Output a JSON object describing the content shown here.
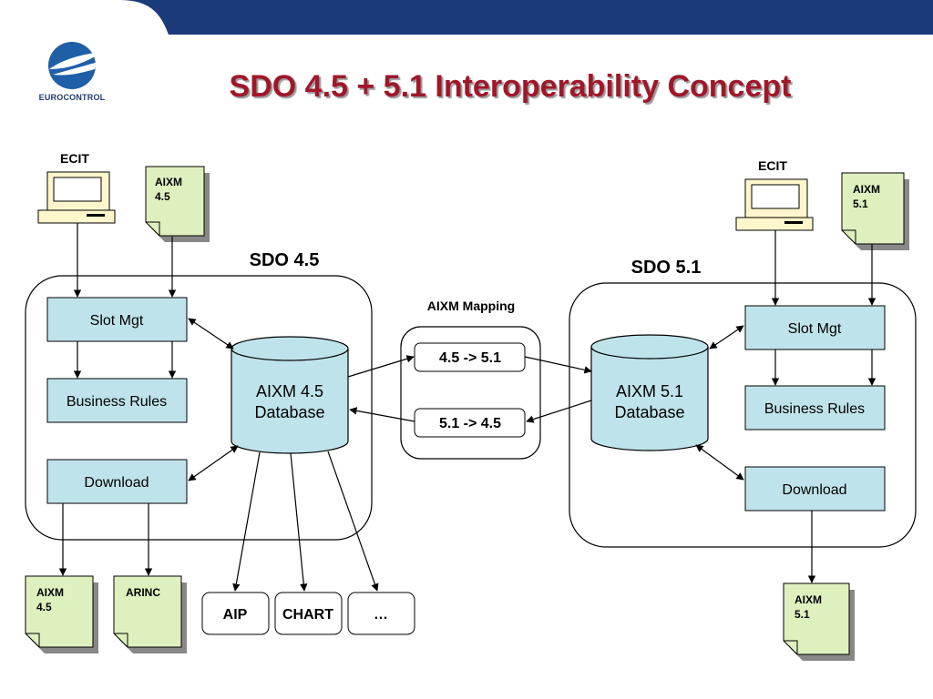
{
  "brand": {
    "logo_text": "EUROCONTROL"
  },
  "title": "SDO 4.5 + 5.1 Interoperability Concept",
  "colors": {
    "title": "#a0172a",
    "box_fill": "#bfe3ea",
    "doc_fill": "#dff0bf",
    "topbar": "#1b3a7a"
  },
  "left": {
    "ecit_label": "ECIT",
    "input_doc": [
      "AIXM",
      "4.5"
    ],
    "group_label": "SDO 4.5",
    "slot": "Slot Mgt",
    "rules": "Business Rules",
    "download": "Download",
    "database": [
      "AIXM 4.5",
      "Database"
    ],
    "output_doc_aixm": [
      "AIXM",
      "4.5"
    ],
    "output_doc_arinc": [
      "ARINC"
    ],
    "products": [
      "AIP",
      "CHART",
      "…"
    ]
  },
  "mapping": {
    "label": "AIXM Mapping",
    "forward": "4.5 -> 5.1",
    "backward": "5.1 -> 4.5"
  },
  "right": {
    "ecit_label": "ECIT",
    "input_doc": [
      "AIXM",
      "5.1"
    ],
    "group_label": "SDO 5.1",
    "slot": "Slot Mgt",
    "rules": "Business Rules",
    "download": "Download",
    "database": [
      "AIXM 5.1",
      "Database"
    ],
    "output_doc": [
      "AIXM",
      "5.1"
    ]
  }
}
